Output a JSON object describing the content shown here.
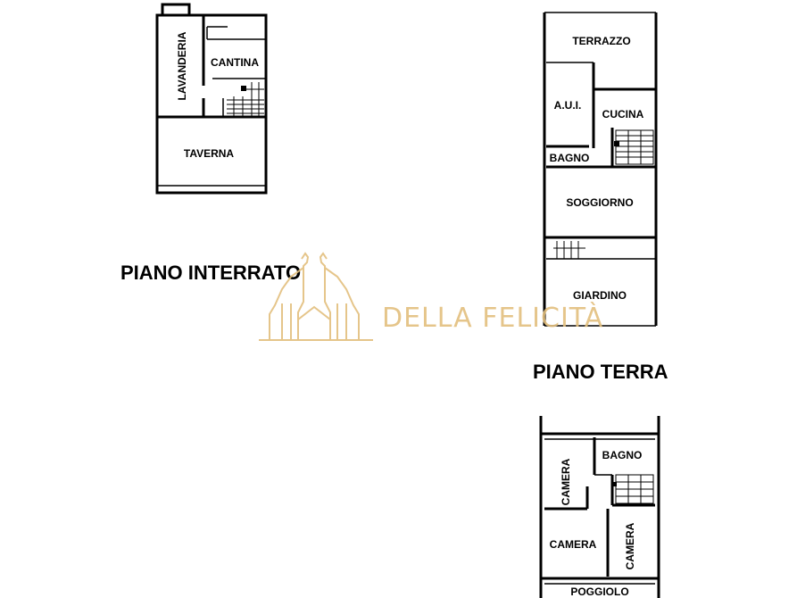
{
  "floors": {
    "basement": {
      "title": "PIANO INTERRATO",
      "rooms": {
        "laundry": "LAVANDERIA",
        "cellar": "CANTINA",
        "tavern": "TAVERNA"
      }
    },
    "ground": {
      "title": "PIANO TERRA",
      "rooms": {
        "terrace": "TERRAZZO",
        "aui": "A.U.I.",
        "kitchen": "CUCINA",
        "bathroom": "BAGNO",
        "living": "SOGGIORNO",
        "garden": "GIARDINO"
      }
    },
    "first": {
      "rooms": {
        "bedroom_a": "CAMERA",
        "bathroom": "BAGNO",
        "bedroom_b": "CAMERA",
        "bedroom_c": "CAMERA",
        "balcony": "POGGIOLO"
      }
    }
  },
  "watermark": {
    "text": "DELLA FELICITÀ",
    "icon": "giraffe-pair-icon",
    "color": "#e3bf7e"
  }
}
